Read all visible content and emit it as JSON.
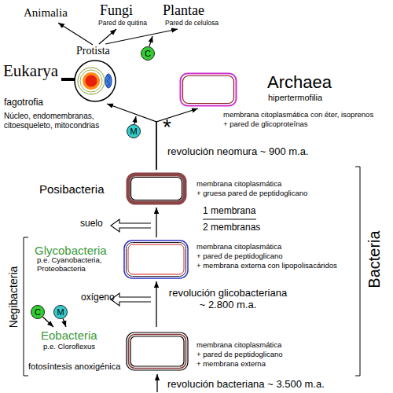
{
  "diagram": {
    "nodes": [
      {
        "text": [
          "C"
        ]
      },
      {
        "text": [
          "Eukarya"
        ]
      },
      {
        "text": [
          "Archaea"
        ]
      },
      {
        "text": [
          "M"
        ]
      },
      {
        "text": [
          "Posibacteria"
        ]
      },
      {
        "text": [
          "Glycobacteria"
        ]
      },
      {
        "text": [
          "C"
        ]
      },
      {
        "text": [
          "M"
        ]
      },
      {
        "text": [
          "Eobacteria"
        ]
      }
    ],
    "edges": [
      {
        "from": 4,
        "to": 1,
        "arrow": "to"
      },
      {
        "from": 4,
        "to": 2,
        "arrow": "to"
      },
      {
        "from": 5,
        "to": 4,
        "arrow": "to"
      },
      {
        "from": 8,
        "to": 5,
        "arrow": "to"
      },
      {
        "from": 6,
        "to": 8,
        "arrow": "to"
      },
      {
        "from": 7,
        "to": 8,
        "arrow": "to"
      }
    ],
    "labels": [
      "Animalia",
      "Fungi",
      "Pared de quitina",
      "Plantae",
      "Pared de celulosa",
      "Protista",
      "fagotrofia",
      "Núcleo, endomembranas, citoesqueleto, mitocondrias",
      "hipertermofilia",
      "membrana citoplasmática con éter, isoprenos",
      "+ pared de glicoproteínas",
      "*",
      "revolución neomura ~ 900 m.a.",
      "membrana citoplasmática",
      "+ gruesa pared de peptidoglicano",
      "1 membrana",
      "suelo",
      "2 membranas",
      "p.e. Cyanobacteria, Proteobacteria",
      "membrana citoplasmática",
      "+ pared de peptidoglicano",
      "+ membrana externa con lipopolisacáridos",
      "oxígeno",
      "revolución glicobacteriana ~ 2.800 m.a.",
      "Negibacteria",
      "Bacteria",
      "p.e. Cloroflexus",
      "fotosíntesis anoxigénica",
      "membrana citoplasmática",
      "+ pared de peptidoglicano",
      "+ membrana externa",
      "revolución bacteriana ~ 3.500 m.a."
    ]
  }
}
